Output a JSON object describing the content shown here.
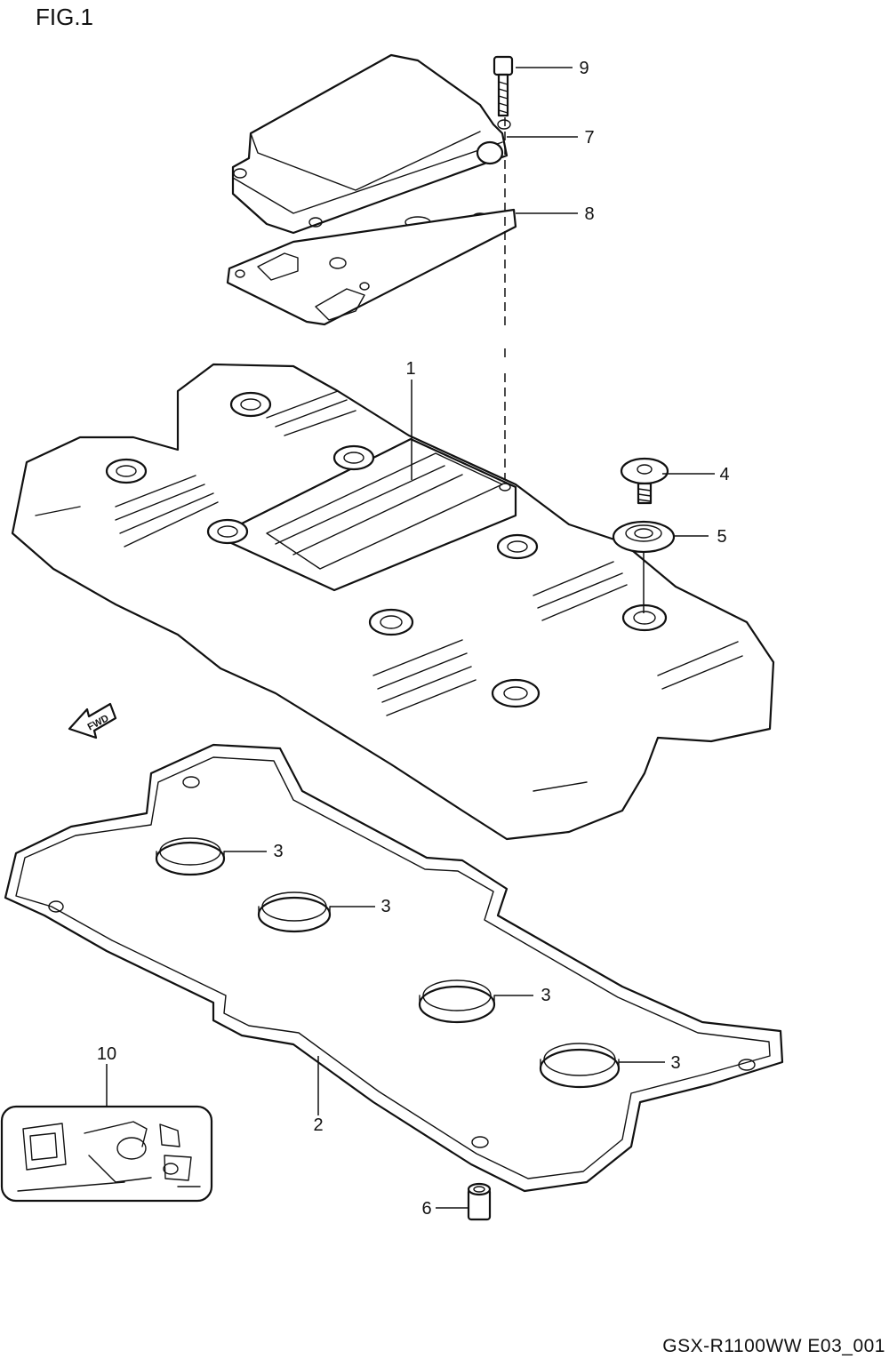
{
  "figure": {
    "title": "FIG.1"
  },
  "footer": {
    "code": "GSX-R1100WW  E03_001"
  },
  "fwd_arrow": {
    "label": "FWD"
  },
  "callouts": [
    {
      "id": "c1",
      "label": "1"
    },
    {
      "id": "c2",
      "label": "2"
    },
    {
      "id": "c3a",
      "label": "3"
    },
    {
      "id": "c3b",
      "label": "3"
    },
    {
      "id": "c3c",
      "label": "3"
    },
    {
      "id": "c3d",
      "label": "3"
    },
    {
      "id": "c4",
      "label": "4"
    },
    {
      "id": "c5",
      "label": "5"
    },
    {
      "id": "c6",
      "label": "6"
    },
    {
      "id": "c7",
      "label": "7"
    },
    {
      "id": "c8",
      "label": "8"
    },
    {
      "id": "c9",
      "label": "9"
    },
    {
      "id": "c10",
      "label": "10"
    }
  ]
}
